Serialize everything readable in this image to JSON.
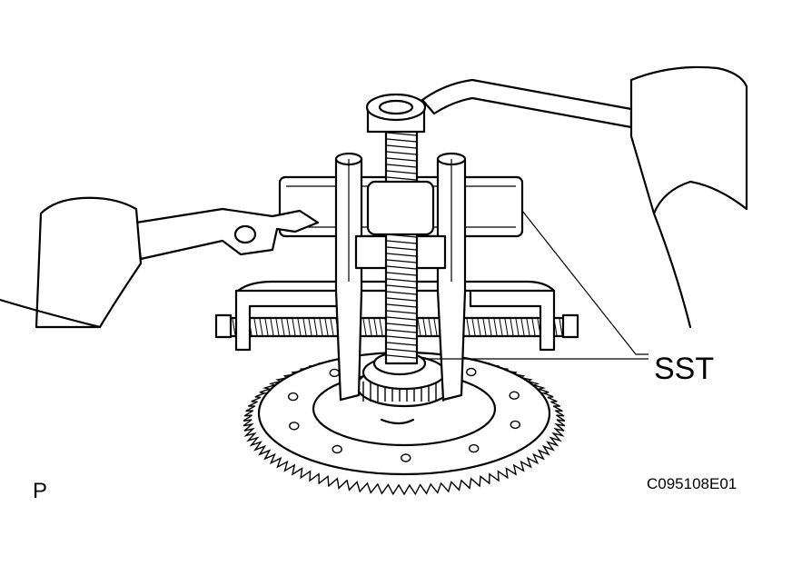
{
  "labels": {
    "tool": "SST",
    "corner": "P",
    "figure_code": "C095108E01"
  },
  "colors": {
    "ink": "#000000",
    "paper": "#ffffff"
  }
}
